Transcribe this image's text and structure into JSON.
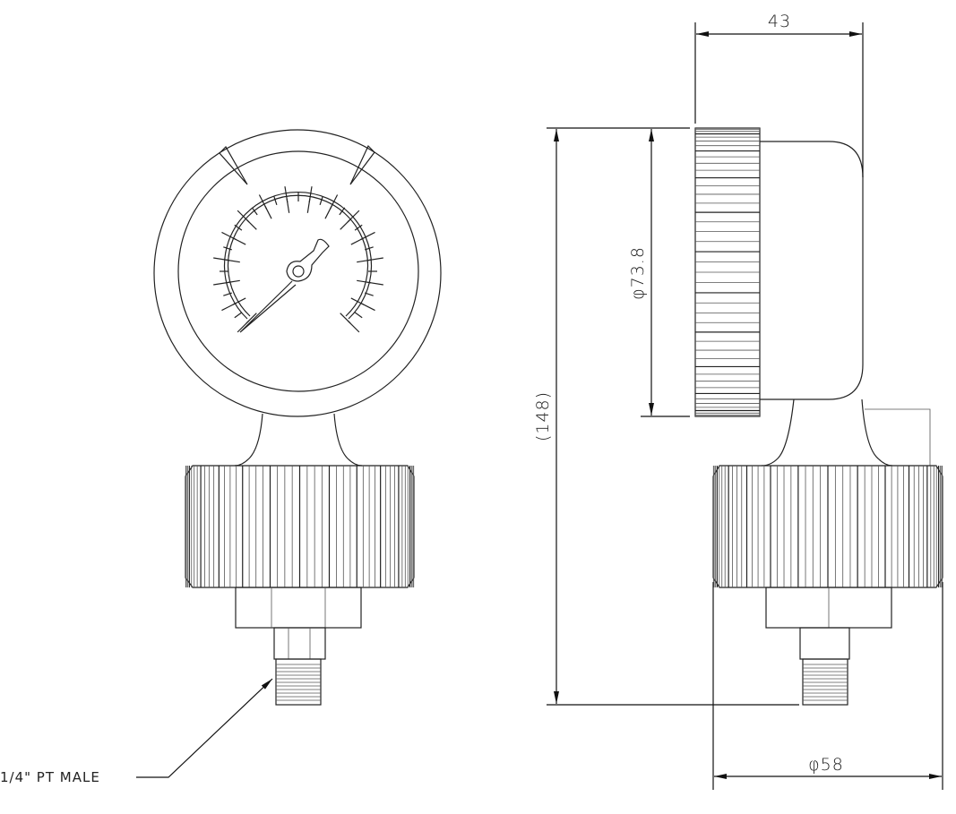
{
  "drawing": {
    "title": "Gauge dimension drawing",
    "dimensions": {
      "depth": "43",
      "bezel_diameter": "φ73.8",
      "overall_height": "(148)",
      "nut_diameter": "φ58"
    },
    "callout": "1/4\" PT MALE"
  },
  "colors": {
    "line": "#222222",
    "background": "#ffffff"
  }
}
